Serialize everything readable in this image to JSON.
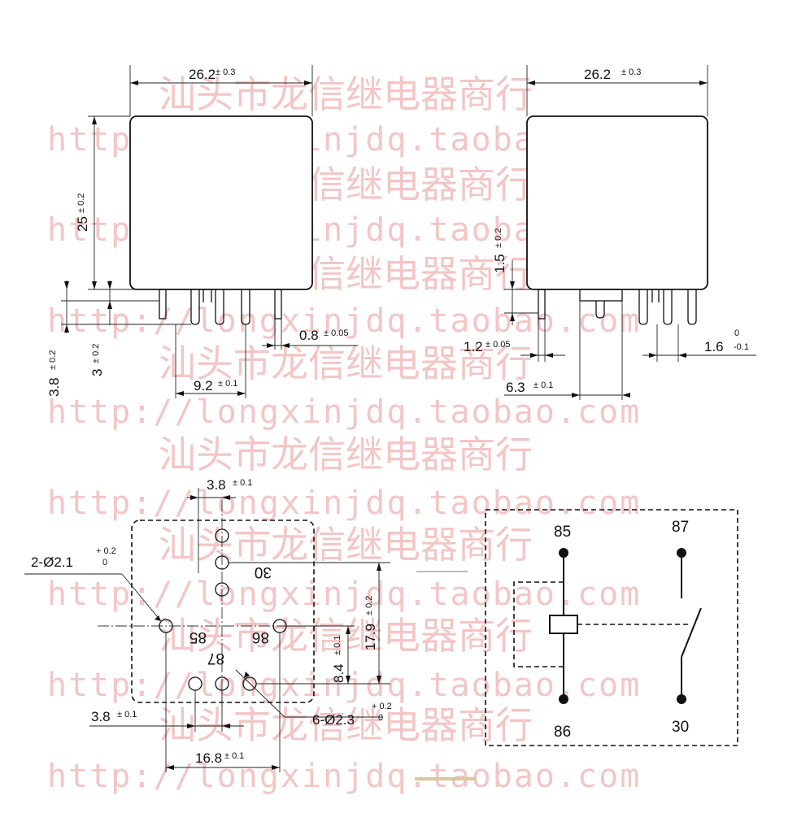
{
  "watermark": {
    "chinese": "汕头市龙信继电器商行",
    "url": "http://longxinjdq.taobao.com"
  },
  "front_view": {
    "width": "26.2",
    "width_tol": "± 0.3",
    "height": "25",
    "height_tol": "± 0.2",
    "pin_total": "3.8",
    "pin_total_tol": "± 0.2",
    "pin_short": "3",
    "pin_short_tol": "± 0.2",
    "pin_thickness": "0.8",
    "pin_thickness_tol": "± 0.05",
    "pin_spacing": "9.2",
    "pin_spacing_tol": "± 0.1"
  },
  "side_view": {
    "width": "26.2",
    "width_tol": "± 0.3",
    "standoff": "1.5",
    "standoff_tol": "± 0.2",
    "pin_thickness": "1.2",
    "pin_thickness_tol": "± 0.05",
    "pin_width": "1.6",
    "pin_width_tol_upper": "0",
    "pin_width_tol_lower": "-0.1",
    "offset": "6.3",
    "offset_tol": "± 0.1"
  },
  "footprint": {
    "top_pitch": "3.8",
    "top_pitch_tol": "± 0.1",
    "small_holes": "2-Ø2.1",
    "small_holes_tol_upper": "+ 0.2",
    "small_holes_tol_lower": "0",
    "large_holes": "6-Ø2.3",
    "large_holes_tol_upper": "+ 0.2",
    "large_holes_tol_lower": "0",
    "height_span": "17.9",
    "height_span_tol": "± 0.2",
    "mid_span": "8.4",
    "mid_span_tol": "± 0.1",
    "bottom_pitch": "3.8",
    "bottom_pitch_tol": "± 0.1",
    "width_span": "16.8",
    "width_span_tol": "± 0.1",
    "pin_30": "30",
    "pin_85": "85",
    "pin_86": "86",
    "pin_87": "87"
  },
  "schematic": {
    "pin_85": "85",
    "pin_87": "87",
    "pin_86": "86",
    "pin_30": "30"
  }
}
